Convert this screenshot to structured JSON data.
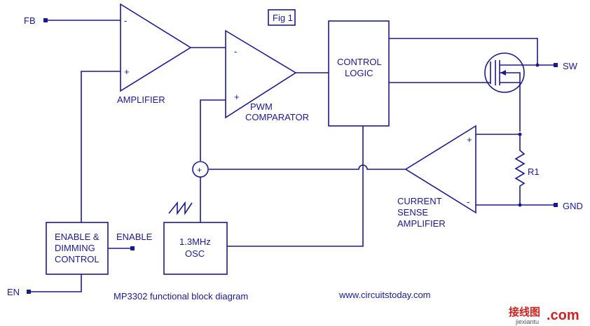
{
  "figure_label": "Fig 1",
  "pins": {
    "fb": "FB",
    "en": "EN",
    "sw": "SW",
    "gnd": "GND",
    "enable_out": "ENABLE"
  },
  "blocks": {
    "amplifier": "AMPLIFIER",
    "pwm_line1": "PWM",
    "pwm_line2": "COMPARATOR",
    "control_line1": "CONTROL",
    "control_line2": "LOGIC",
    "enable_line1": "ENABLE &",
    "enable_line2": "DIMMING",
    "enable_line3": "CONTROL",
    "osc_line1": "1.3MHz",
    "osc_line2": "OSC",
    "csa_line1": "CURRENT",
    "csa_line2": "SENSE",
    "csa_line3": "AMPLIFIER",
    "resistor": "R1"
  },
  "signs": {
    "minus": "-",
    "plus": "+"
  },
  "caption": "MP3302 functional block diagram",
  "source": "www.circuitstoday.com",
  "watermark": {
    "cn": "接线图",
    "com": ".com",
    "sub": "jiexiantu"
  }
}
